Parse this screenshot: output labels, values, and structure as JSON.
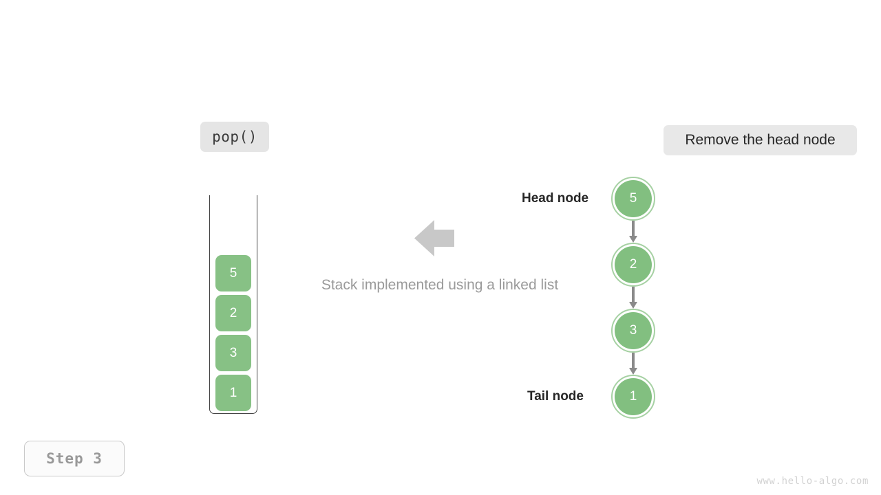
{
  "operation": {
    "label": "pop()"
  },
  "description": {
    "label": "Remove the head node"
  },
  "step": {
    "label": "Step 3"
  },
  "watermark": {
    "text": "www.hello-algo.com"
  },
  "caption": {
    "text": "Stack implemented using a linked list"
  },
  "stack": {
    "items": [
      {
        "value": "5"
      },
      {
        "value": "2"
      },
      {
        "value": "3"
      },
      {
        "value": "1"
      }
    ]
  },
  "linked_list": {
    "head_label": "Head node",
    "tail_label": "Tail node",
    "nodes": [
      {
        "value": "5"
      },
      {
        "value": "2"
      },
      {
        "value": "3"
      },
      {
        "value": "1"
      }
    ]
  },
  "colors": {
    "node_fill": "#82bf80",
    "node_ring": "#a6d1a3",
    "stack_cell": "#87c185",
    "chip_bg": "#e5e5e5",
    "arrow": "#c8c8c8",
    "link": "#8a8a8a",
    "caption_text": "#9a9a9a",
    "step_text": "#999999"
  }
}
